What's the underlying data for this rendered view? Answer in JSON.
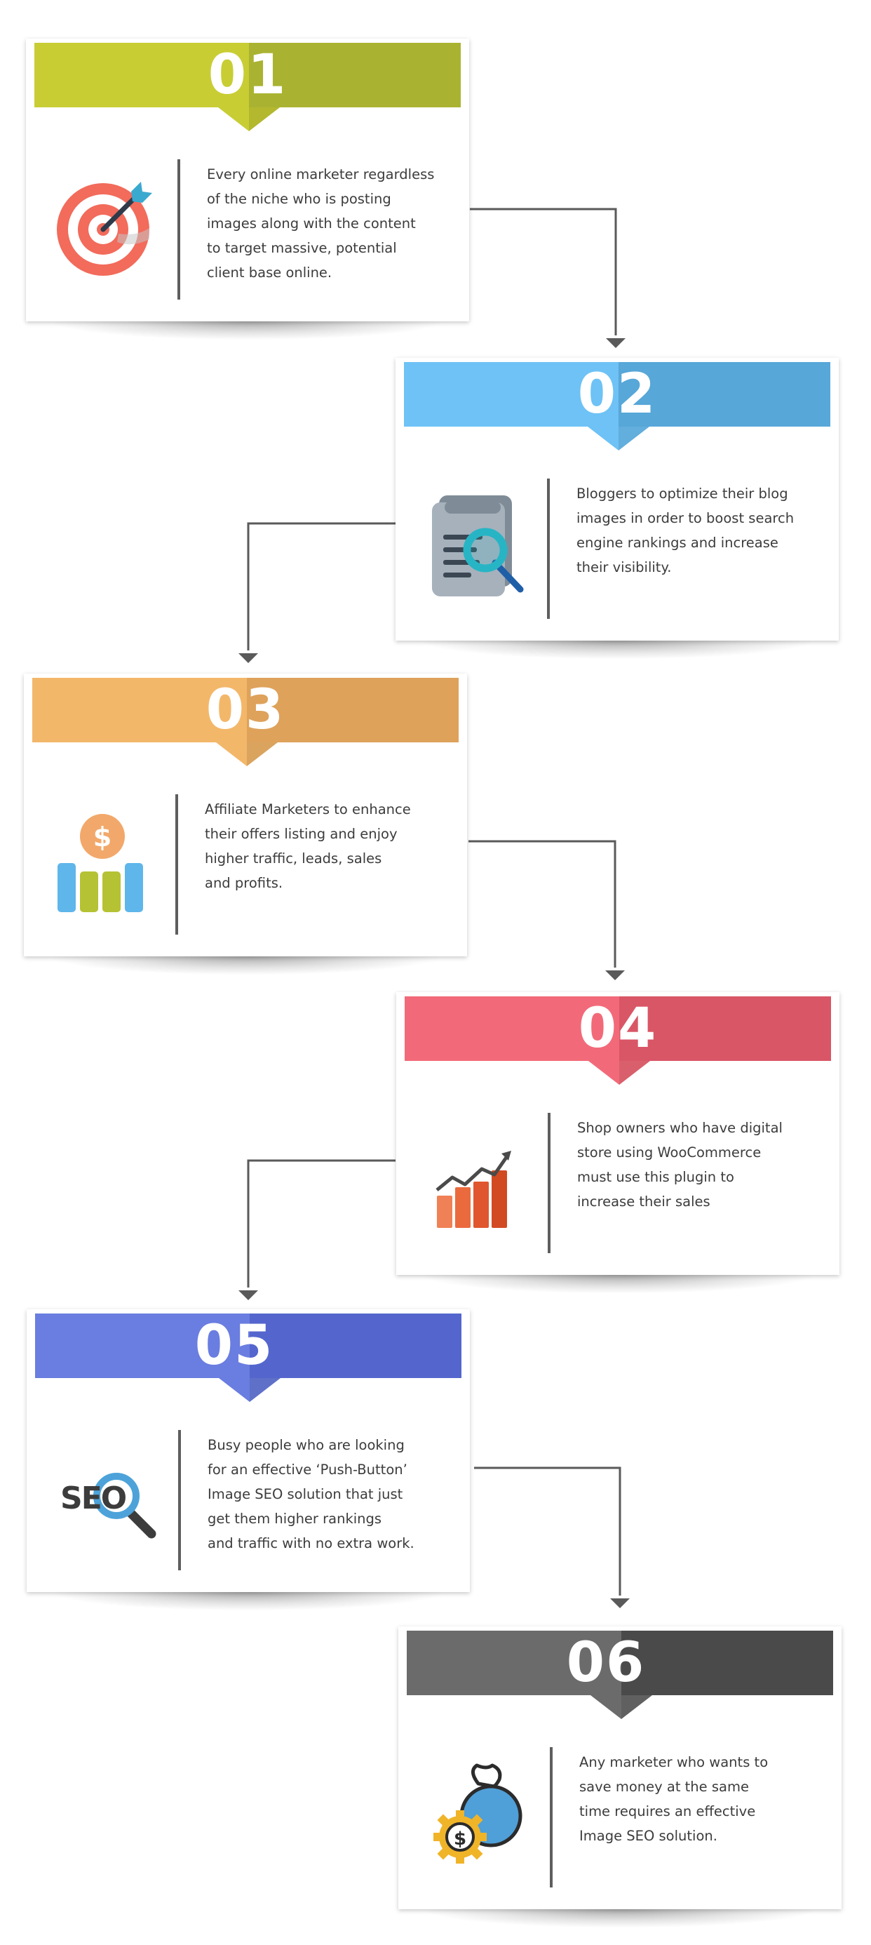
{
  "steps": [
    {
      "number": "01",
      "icon": "target-icon",
      "text": "Every online marketer regardless\nof the niche who is posting\nimages along with the content\nto target massive, potential\nclient base online.",
      "colors": {
        "left": "#c8cd34",
        "right": "#aab331"
      }
    },
    {
      "number": "02",
      "icon": "document-search-icon",
      "text": "Bloggers to optimize their blog\nimages in order to boost search\nengine rankings and increase\ntheir visibility.",
      "colors": {
        "left": "#6ec2f5",
        "right": "#57a7d8"
      }
    },
    {
      "number": "03",
      "icon": "dollar-bar-chart-icon",
      "text": "Affiliate Marketers to enhance\ntheir offers listing and enjoy\nhigher traffic, leads, sales\nand profits.",
      "colors": {
        "left": "#f3b76a",
        "right": "#dea25b"
      }
    },
    {
      "number": "04",
      "icon": "growth-chart-icon",
      "text": "Shop owners who have digital\nstore using WooCommerce\nmust use this plugin to\nincrease their sales",
      "colors": {
        "left": "#f26a79",
        "right": "#d95666"
      }
    },
    {
      "number": "05",
      "icon": "seo-magnifier-icon",
      "text": "Busy people who are looking\nfor an effective ‘Push-Button’\nImage SEO solution that just\nget them higher rankings\nand traffic with no extra work.",
      "colors": {
        "left": "#6a7de0",
        "right": "#5466cd"
      }
    },
    {
      "number": "06",
      "icon": "money-bag-gear-icon",
      "text": "Any marketer who wants to\nsave money at the same\ntime requires an effective\nImage SEO solution.",
      "colors": {
        "left": "#6b6b6b",
        "right": "#4a4a4a"
      }
    }
  ],
  "connector_color": "#5a5a5a"
}
